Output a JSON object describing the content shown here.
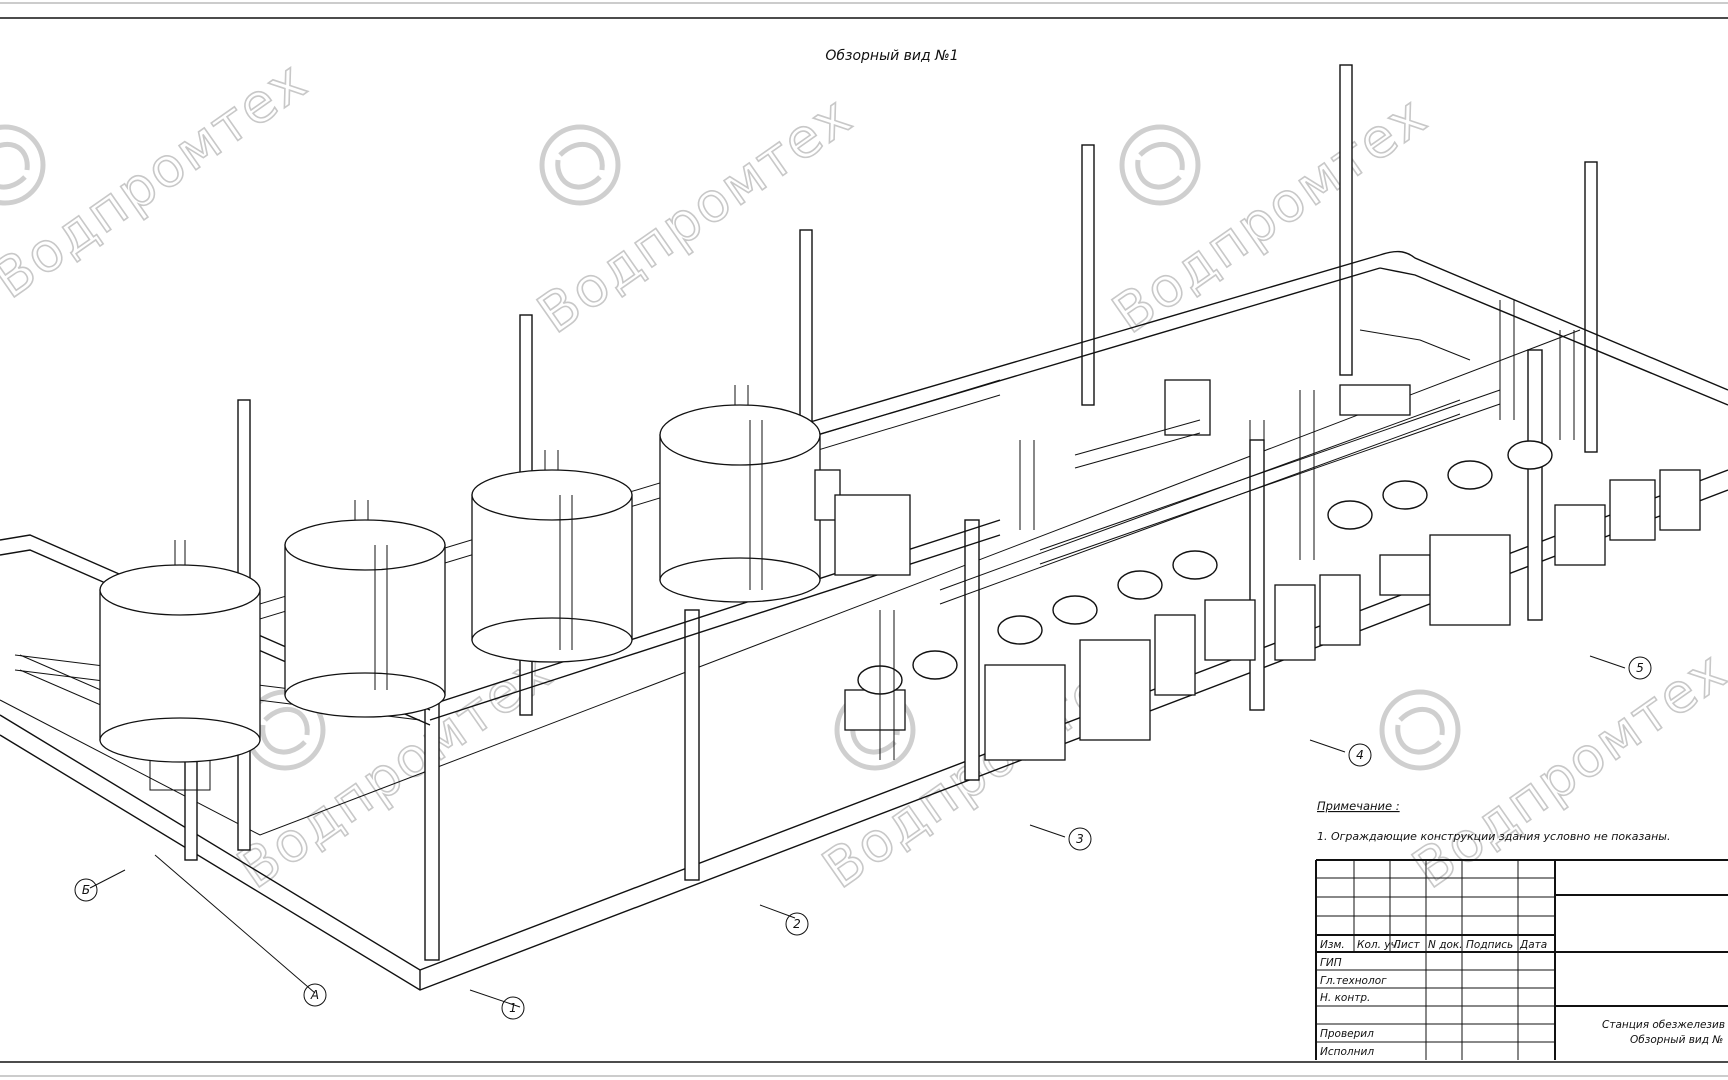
{
  "title": "Обзорный вид №1",
  "watermark": {
    "brand": "Водпромтех",
    "color": "#c8c8c8"
  },
  "axes": {
    "letters": [
      "А",
      "Б"
    ],
    "numbers": [
      "1",
      "2",
      "3",
      "4",
      "5"
    ]
  },
  "note": {
    "heading": "Примечание :",
    "items": [
      "1. Ограждающие конструкции здания условно не показаны."
    ]
  },
  "title_block": {
    "columns": [
      "Изм.",
      "Кол. уч.",
      "Лист",
      "N док.",
      "Подпись",
      "Дата"
    ],
    "roles": [
      "ГИП",
      "Гл.технолог",
      "Н. контр.",
      "Проверил",
      "Исполнил"
    ],
    "project_line1": "Станция обезжелезив",
    "project_line2": "Обзорный вид №"
  },
  "colors": {
    "ink": "#111111",
    "paper": "#ffffff"
  }
}
